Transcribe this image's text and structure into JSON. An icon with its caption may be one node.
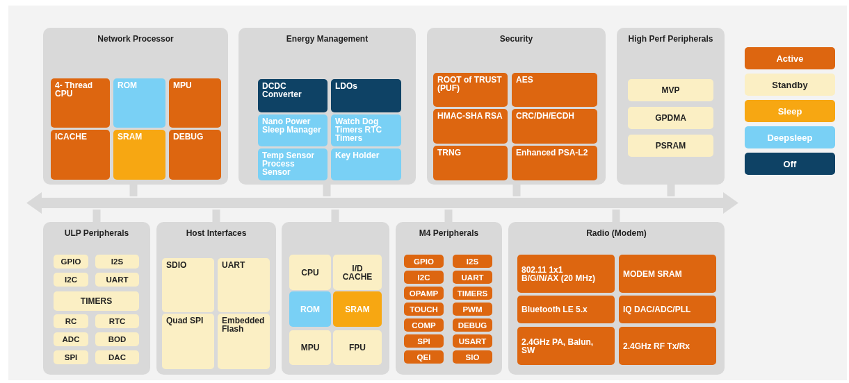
{
  "diagram": {
    "nodes": [
      {
        "text": [
          "Network Processor"
        ]
      },
      {
        "text": [
          "4- Thread CPU"
        ],
        "in": 0
      },
      {
        "text": [
          "ROM"
        ],
        "in": 0
      },
      {
        "text": [
          "MPU"
        ],
        "in": 0
      },
      {
        "text": [
          "ICACHE"
        ],
        "in": 0
      },
      {
        "text": [
          "SRAM"
        ],
        "in": 0
      },
      {
        "text": [
          "DEBUG"
        ],
        "in": 0
      },
      {
        "text": [
          "Energy Management"
        ]
      },
      {
        "text": [
          "DCDC Converter"
        ],
        "in": 7
      },
      {
        "text": [
          "LDOs"
        ],
        "in": 7
      },
      {
        "text": [
          "Nano Power Sleep Manager"
        ],
        "in": 7
      },
      {
        "text": [
          "Watch Dog Timers RTC Timers"
        ],
        "in": 7
      },
      {
        "text": [
          "Temp Sensor Process Sensor"
        ],
        "in": 7
      },
      {
        "text": [
          "Key Holder"
        ],
        "in": 7
      },
      {
        "text": [
          "Security"
        ]
      },
      {
        "text": [
          "ROOT of TRUST (PUF)"
        ],
        "in": 14
      },
      {
        "text": [
          "AES"
        ],
        "in": 14
      },
      {
        "text": [
          "HMAC-SHA RSA"
        ],
        "in": 14
      },
      {
        "text": [
          "CRC/DH/ECDH"
        ],
        "in": 14
      },
      {
        "text": [
          "TRNG"
        ],
        "in": 14
      },
      {
        "text": [
          "Enhanced PSA-L2"
        ],
        "in": 14
      },
      {
        "text": [
          "High Perf Peripherals"
        ]
      },
      {
        "text": [
          "MVP"
        ],
        "in": 21
      },
      {
        "text": [
          "GPDMA"
        ],
        "in": 21
      },
      {
        "text": [
          "PSRAM"
        ],
        "in": 21
      },
      {
        "text": [],
        "shape": "bar"
      },
      {
        "text": [
          "ULP Peripherals"
        ]
      },
      {
        "text": [
          "GPIO"
        ],
        "in": 26
      },
      {
        "text": [
          "I2S"
        ],
        "in": 26
      },
      {
        "text": [
          "I2C"
        ],
        "in": 26
      },
      {
        "text": [
          "UART"
        ],
        "in": 26
      },
      {
        "text": [
          "TIMERS"
        ],
        "in": 26
      },
      {
        "text": [
          "RC"
        ],
        "in": 26
      },
      {
        "text": [
          "RTC"
        ],
        "in": 26
      },
      {
        "text": [
          "ADC"
        ],
        "in": 26
      },
      {
        "text": [
          "BOD"
        ],
        "in": 26
      },
      {
        "text": [
          "SPI"
        ],
        "in": 26
      },
      {
        "text": [
          "DAC"
        ],
        "in": 26
      },
      {
        "text": [
          "Host Interfaces"
        ]
      },
      {
        "text": [
          "SDIO"
        ],
        "in": 38
      },
      {
        "text": [
          "UART"
        ],
        "in": 38
      },
      {
        "text": [
          "Quad SPI"
        ],
        "in": 38
      },
      {
        "text": [
          "Embedded Flash"
        ],
        "in": 38
      },
      {
        "text": [],
        "shape": "box"
      },
      {
        "text": [
          "CPU"
        ],
        "in": 43
      },
      {
        "text": [
          "I/D CACHE"
        ],
        "in": 43
      },
      {
        "text": [
          "ROM"
        ],
        "in": 43
      },
      {
        "text": [
          "SRAM"
        ],
        "in": 43
      },
      {
        "text": [
          "MPU"
        ],
        "in": 43
      },
      {
        "text": [
          "FPU"
        ],
        "in": 43
      },
      {
        "text": [
          "M4 Peripherals"
        ]
      },
      {
        "text": [
          "GPIO"
        ],
        "in": 50
      },
      {
        "text": [
          "I2S"
        ],
        "in": 50
      },
      {
        "text": [
          "I2C"
        ],
        "in": 50
      },
      {
        "text": [
          "UART"
        ],
        "in": 50
      },
      {
        "text": [
          "OPAMP"
        ],
        "in": 50
      },
      {
        "text": [
          "TIMERS"
        ],
        "in": 50
      },
      {
        "text": [
          "TOUCH"
        ],
        "in": 50
      },
      {
        "text": [
          "PWM"
        ],
        "in": 50
      },
      {
        "text": [
          "COMP"
        ],
        "in": 50
      },
      {
        "text": [
          "DEBUG"
        ],
        "in": 50
      },
      {
        "text": [
          "SPI"
        ],
        "in": 50
      },
      {
        "text": [
          "USART"
        ],
        "in": 50
      },
      {
        "text": [
          "QEI"
        ],
        "in": 50
      },
      {
        "text": [
          "SIO"
        ],
        "in": 50
      },
      {
        "text": [
          "Radio (Modem)"
        ]
      },
      {
        "text": [
          "802.11 1x1 B/G/N/AX (20 MHz)"
        ],
        "in": 65
      },
      {
        "text": [
          "MODEM SRAM"
        ],
        "in": 65
      },
      {
        "text": [
          "Bluetooth LE 5.x"
        ],
        "in": 65
      },
      {
        "text": [
          "IQ DAC/ADC/PLL"
        ],
        "in": 65
      },
      {
        "text": [
          "2.4GHz PA, Balun, SW"
        ],
        "in": 65
      },
      {
        "text": [
          "2.4GHz RF Tx/Rx"
        ],
        "in": 65
      }
    ],
    "edges": [
      {
        "from": 0,
        "to": 25,
        "arrow": "none"
      },
      {
        "from": 7,
        "to": 25,
        "arrow": "none"
      },
      {
        "from": 14,
        "to": 25,
        "arrow": "none"
      },
      {
        "from": 21,
        "to": 25,
        "arrow": "none"
      },
      {
        "from": 26,
        "to": 25,
        "arrow": "none"
      },
      {
        "from": 38,
        "to": 25,
        "arrow": "none"
      },
      {
        "from": 43,
        "to": 25,
        "arrow": "none"
      },
      {
        "from": 50,
        "to": 25,
        "arrow": "none"
      },
      {
        "from": 65,
        "to": 25,
        "arrow": "none"
      }
    ],
    "legend": [
      {
        "text": "Active",
        "color": "#dd6610"
      },
      {
        "text": "Standby",
        "color": "#fbefc4"
      },
      {
        "text": "Sleep",
        "color": "#f7a712"
      },
      {
        "text": "Deepsleep",
        "color": "#79d0f5"
      },
      {
        "text": "Off",
        "color": "#0e4265"
      }
    ]
  }
}
